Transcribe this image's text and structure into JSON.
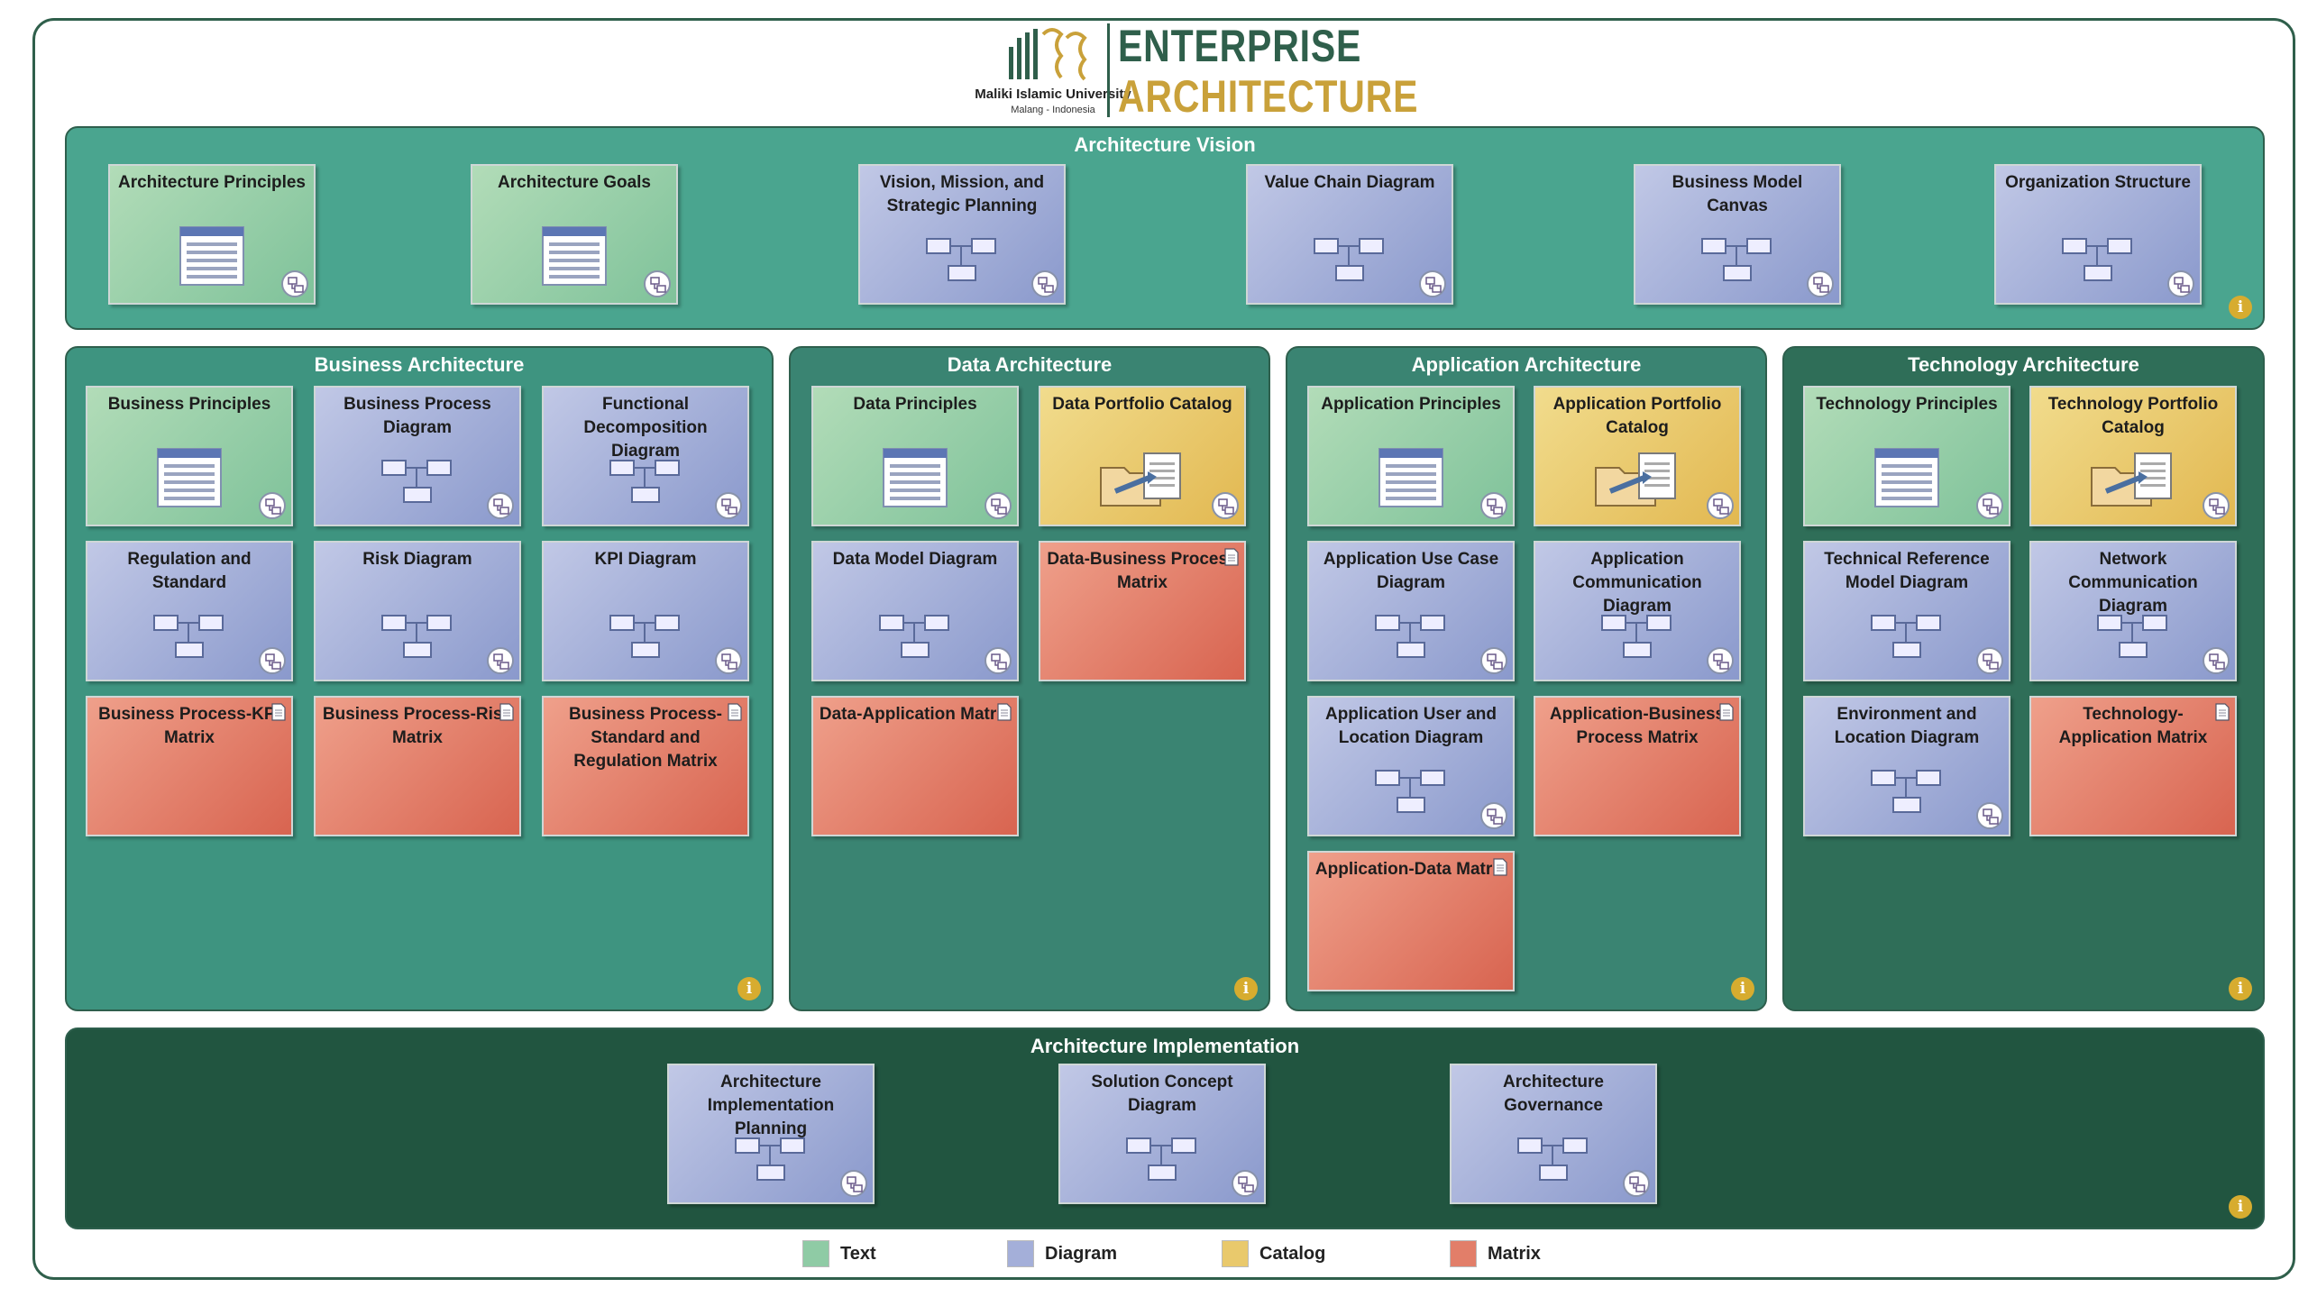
{
  "header": {
    "university": "Maliki Islamic University",
    "city": "Malang - Indonesia",
    "title_line1": "ENTERPRISE",
    "title_line2": "ARCHITECTURE"
  },
  "colors": {
    "text": "#8fcba5",
    "diagram": "#a4afd9",
    "catalog": "#e9c96c",
    "matrix": "#e27e69",
    "brand_green": "#2f5f4b",
    "brand_gold": "#c9a13a"
  },
  "vision": {
    "title": "Architecture Vision",
    "cards": [
      {
        "label": "Architecture Principles",
        "type": "text"
      },
      {
        "label": "Architecture Goals",
        "type": "text"
      },
      {
        "label": "Vision, Mission, and Strategic Planning",
        "type": "diagram"
      },
      {
        "label": "Value Chain Diagram",
        "type": "diagram"
      },
      {
        "label": "Business Model Canvas",
        "type": "diagram"
      },
      {
        "label": "Organization Structure",
        "type": "diagram"
      }
    ]
  },
  "business": {
    "title": "Business Architecture",
    "cards": [
      {
        "label": "Business Principles",
        "type": "text"
      },
      {
        "label": "Business Process Diagram",
        "type": "diagram"
      },
      {
        "label": "Functional Decomposition Diagram",
        "type": "diagram"
      },
      {
        "label": "Regulation and Standard",
        "type": "diagram"
      },
      {
        "label": "Risk Diagram",
        "type": "diagram"
      },
      {
        "label": "KPI Diagram",
        "type": "diagram"
      },
      {
        "label": "Business Process-KPI Matrix",
        "type": "matrix"
      },
      {
        "label": "Business Process-Risk Matrix",
        "type": "matrix"
      },
      {
        "label": "Business Process-Standard and Regulation Matrix",
        "type": "matrix"
      }
    ]
  },
  "data_arch": {
    "title": "Data Architecture",
    "cards": [
      {
        "label": "Data Principles",
        "type": "text"
      },
      {
        "label": "Data Portfolio Catalog",
        "type": "catalog"
      },
      {
        "label": "Data Model Diagram",
        "type": "diagram"
      },
      {
        "label": "Data-Business Process Matrix",
        "type": "matrix"
      },
      {
        "label": "Data-Application Matrix",
        "type": "matrix"
      }
    ]
  },
  "application": {
    "title": "Application Architecture",
    "cards": [
      {
        "label": "Application Principles",
        "type": "text"
      },
      {
        "label": "Application Portfolio Catalog",
        "type": "catalog"
      },
      {
        "label": "Application Use Case Diagram",
        "type": "diagram"
      },
      {
        "label": "Application Communication Diagram",
        "type": "diagram"
      },
      {
        "label": "Application User and Location Diagram",
        "type": "diagram"
      },
      {
        "label": "Application-Business Process Matrix",
        "type": "matrix"
      },
      {
        "label": "Application-Data Matrix",
        "type": "matrix"
      }
    ]
  },
  "technology": {
    "title": "Technology Architecture",
    "cards": [
      {
        "label": "Technology Principles",
        "type": "text"
      },
      {
        "label": "Technology Portfolio Catalog",
        "type": "catalog"
      },
      {
        "label": "Technical Reference Model Diagram",
        "type": "diagram"
      },
      {
        "label": "Network Communication Diagram",
        "type": "diagram"
      },
      {
        "label": "Environment and Location Diagram",
        "type": "diagram"
      },
      {
        "label": "Technology-Application Matrix",
        "type": "matrix"
      }
    ]
  },
  "implementation": {
    "title": "Architecture Implementation",
    "cards": [
      {
        "label": "Architecture Implementation Planning",
        "type": "diagram"
      },
      {
        "label": "Solution Concept Diagram",
        "type": "diagram"
      },
      {
        "label": "Architecture Governance",
        "type": "diagram"
      }
    ]
  },
  "legend": [
    {
      "label": "Text",
      "color": "#8fcba5"
    },
    {
      "label": "Diagram",
      "color": "#a4afd9"
    },
    {
      "label": "Catalog",
      "color": "#e9c96c"
    },
    {
      "label": "Matrix",
      "color": "#e27e69"
    }
  ]
}
